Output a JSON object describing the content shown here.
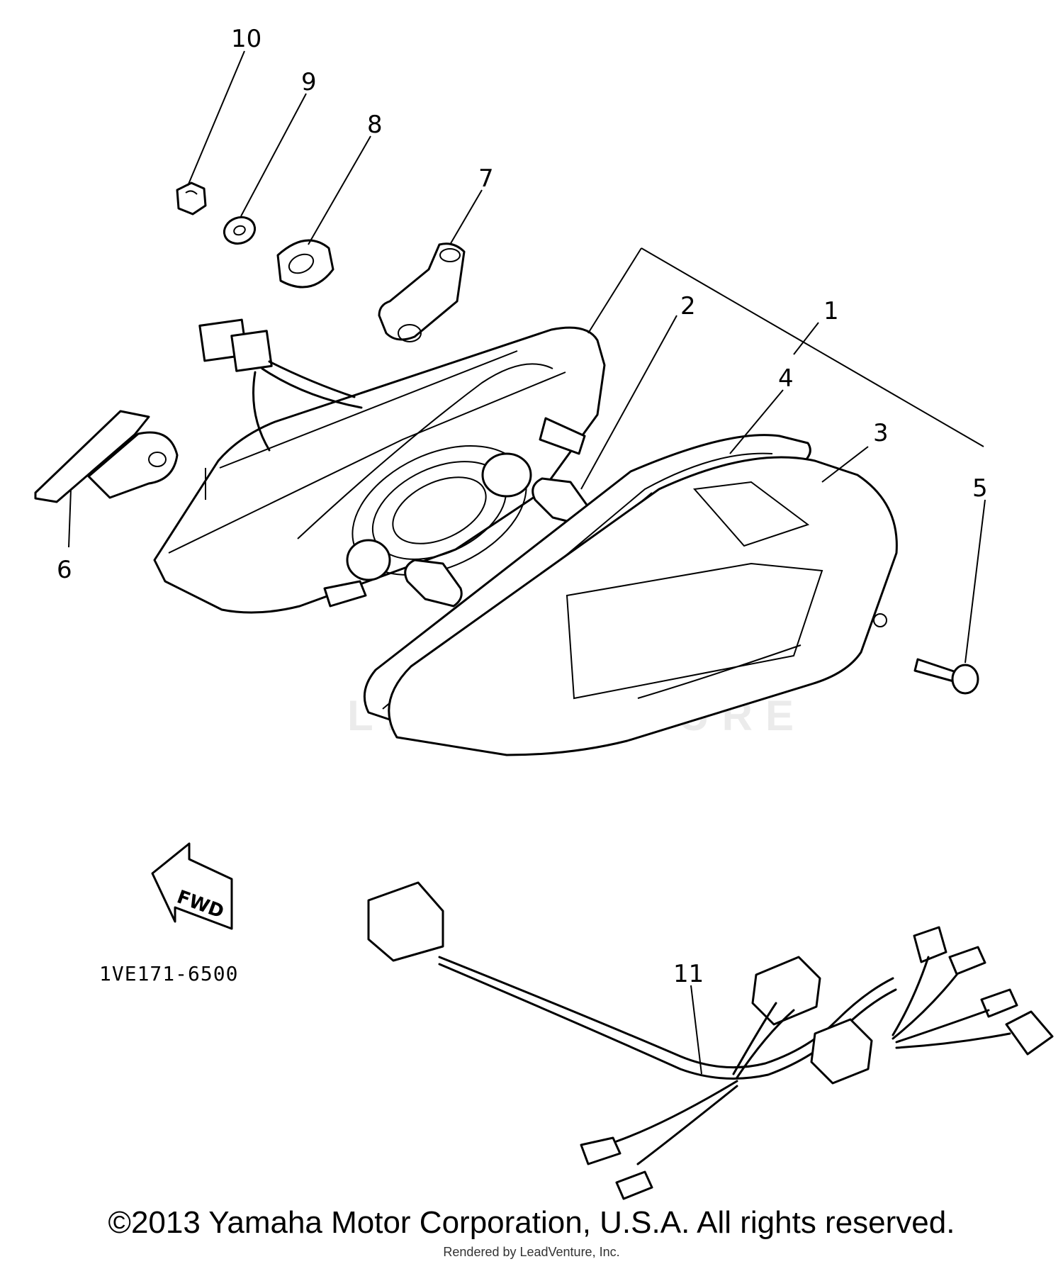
{
  "diagram": {
    "callouts": [
      "1",
      "2",
      "3",
      "4",
      "5",
      "6",
      "7",
      "8",
      "9",
      "10",
      "11"
    ],
    "part_code": "1VE171-6500",
    "fwd_label": "FWD",
    "watermark": "LEADVENTURE"
  },
  "footer": {
    "copyright": "©2013 Yamaha Motor Corporation, U.S.A. All rights reserved.",
    "rendered_by": "Rendered by LeadVenture, Inc."
  }
}
